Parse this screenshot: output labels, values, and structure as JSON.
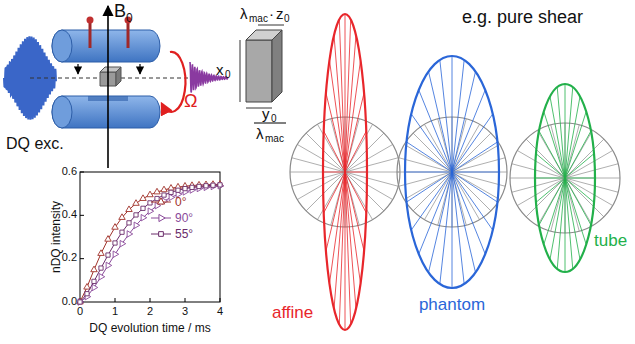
{
  "diagram": {
    "labels": [
      "B",
      "0",
      "DQ exc.",
      "Ω",
      "nDQ intensity",
      "DQ evolution time / ms",
      "0.0",
      "0.2",
      "0.4",
      "0.6",
      "0",
      "1",
      "2",
      "3",
      "4",
      "λ",
      "mac",
      "·",
      "z",
      "0",
      "x",
      "0",
      "y",
      "0",
      "λ",
      "mac",
      "e.g. pure shear",
      "affine",
      "phantom",
      "tube"
    ],
    "legend": [
      {
        "text": "0°"
      },
      {
        "text": "90°"
      },
      {
        "text": "55°"
      }
    ]
  }
}
